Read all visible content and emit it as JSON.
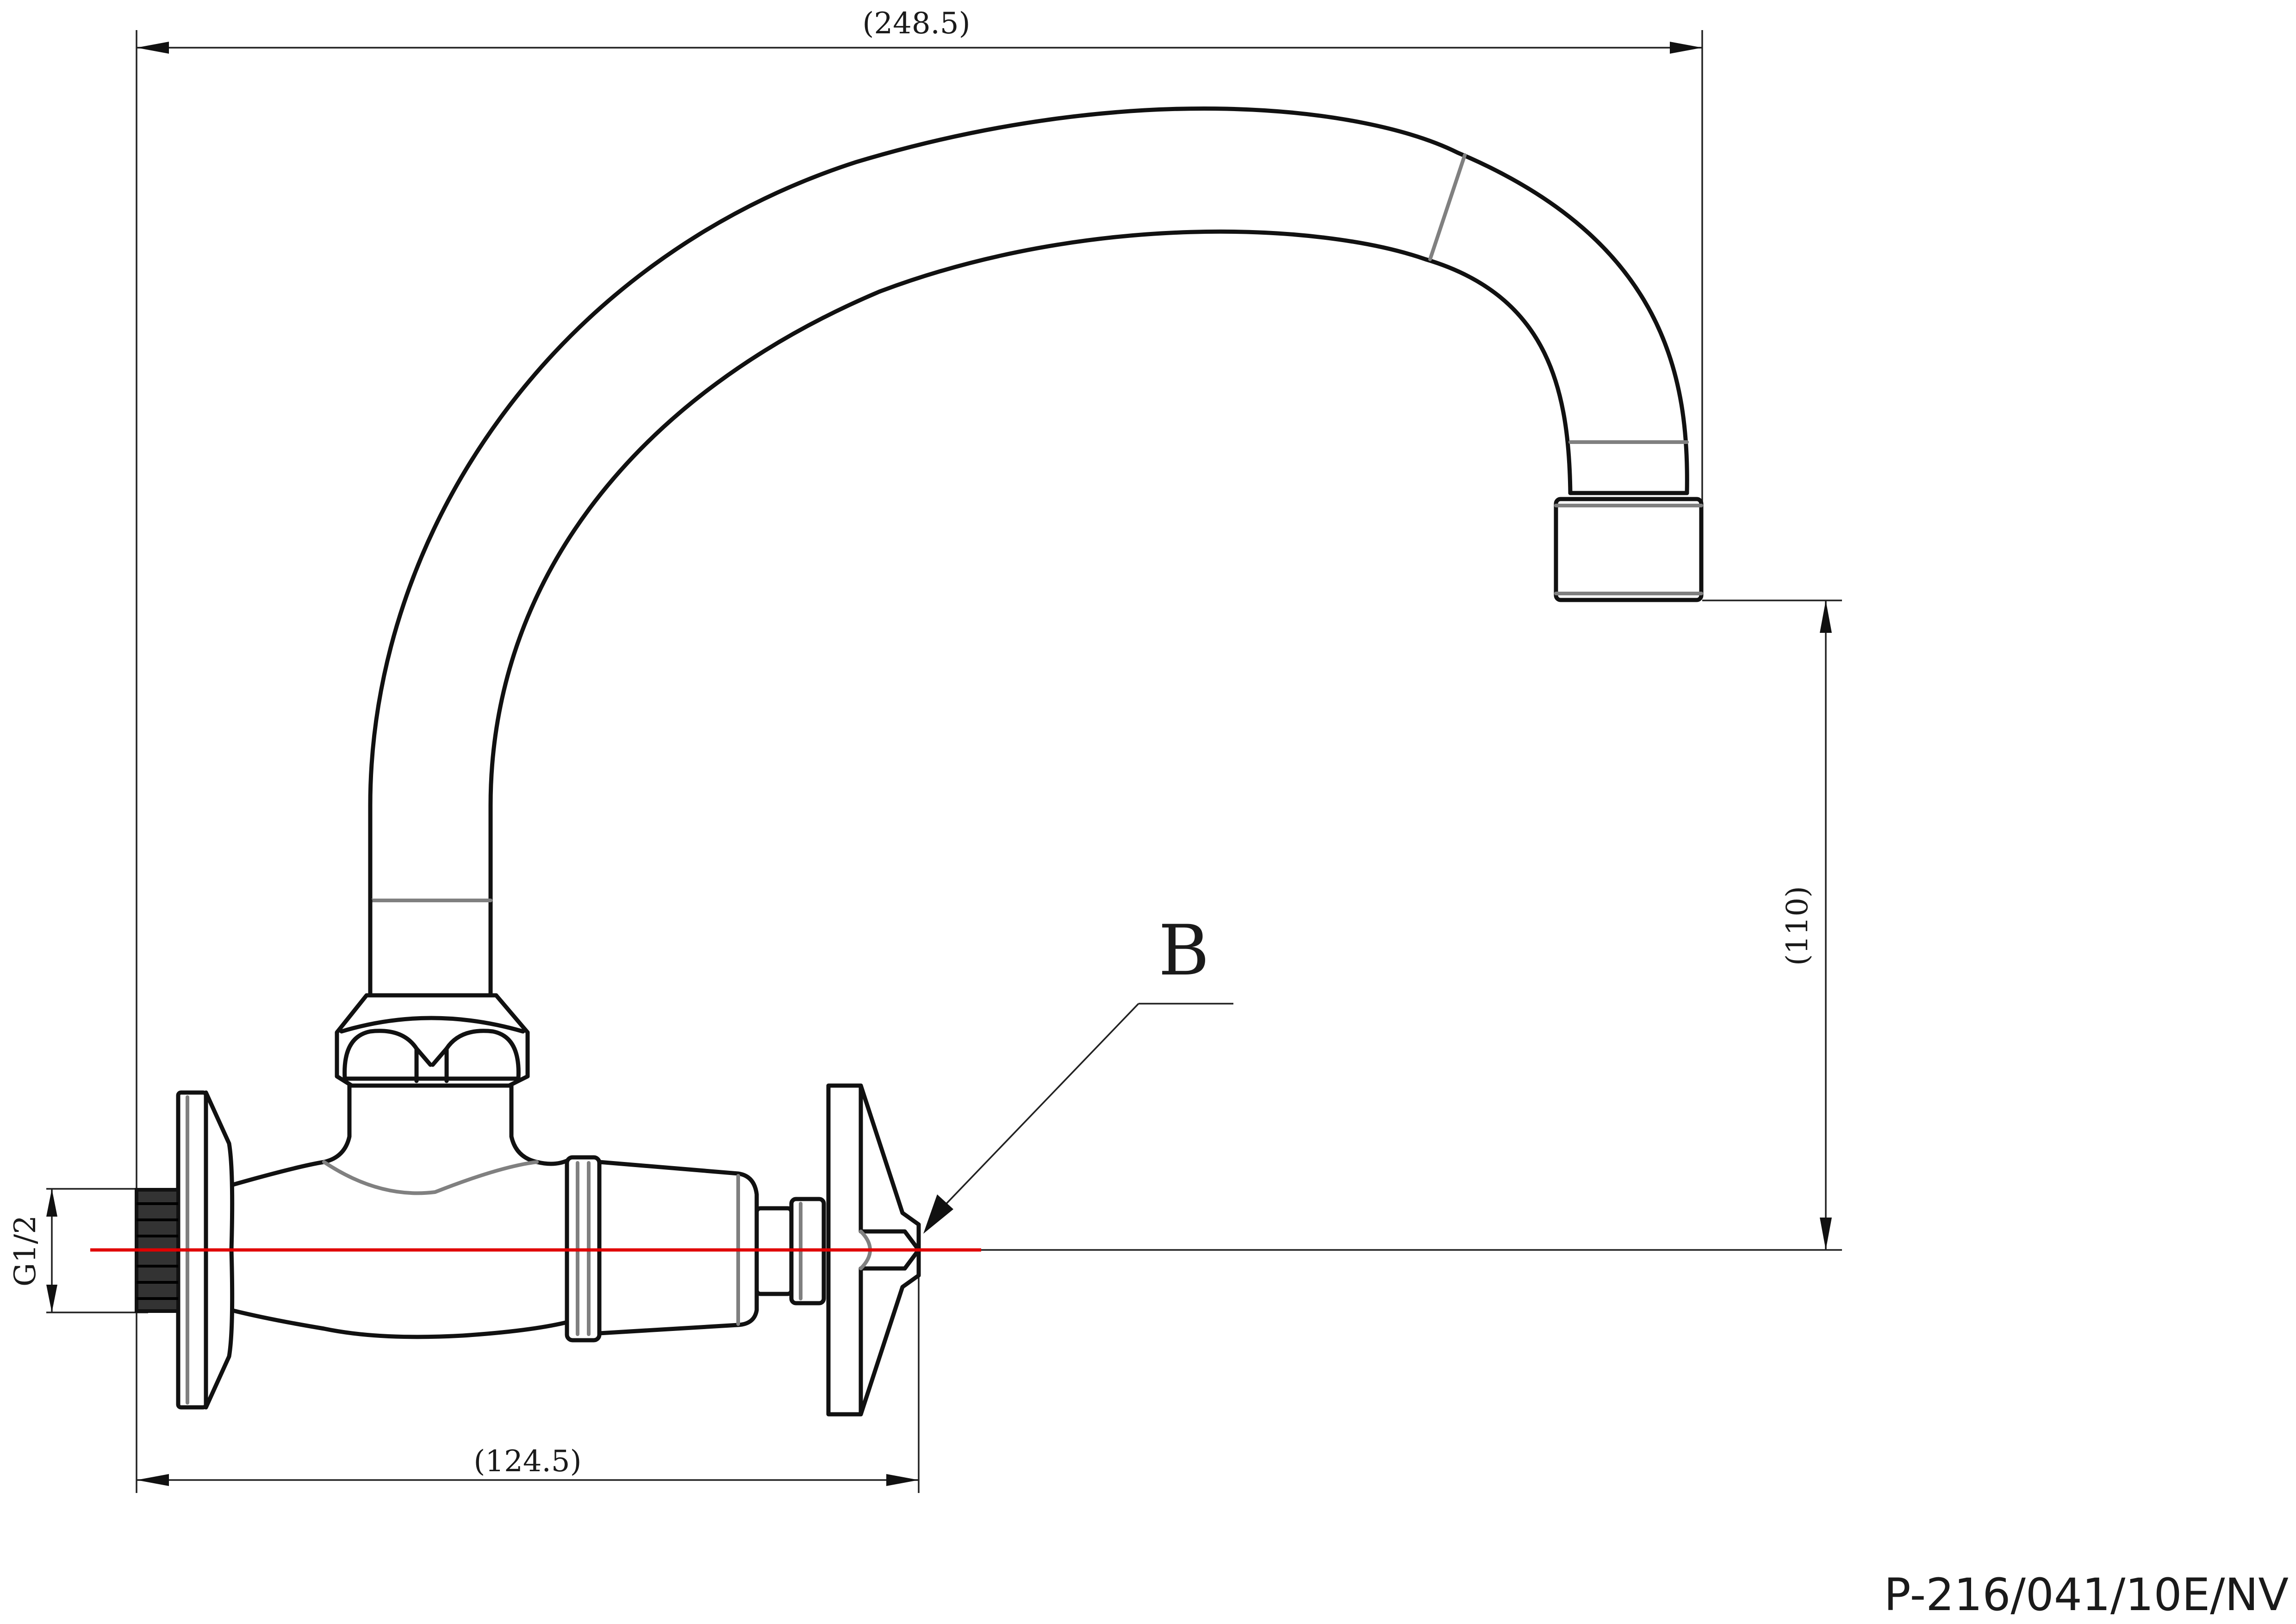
{
  "drawing": {
    "dimensions": {
      "overall_width": "(248.5)",
      "outlet_height": "(110)",
      "body_length": "(124.5)",
      "thread_size": "G1/2"
    },
    "callout_label": "B",
    "product_code": "P-216/041/10E/NV",
    "colors": {
      "outline": "#111111",
      "secondary_line": "#808080",
      "centerline": "#e00000",
      "thread": "#333333"
    }
  }
}
